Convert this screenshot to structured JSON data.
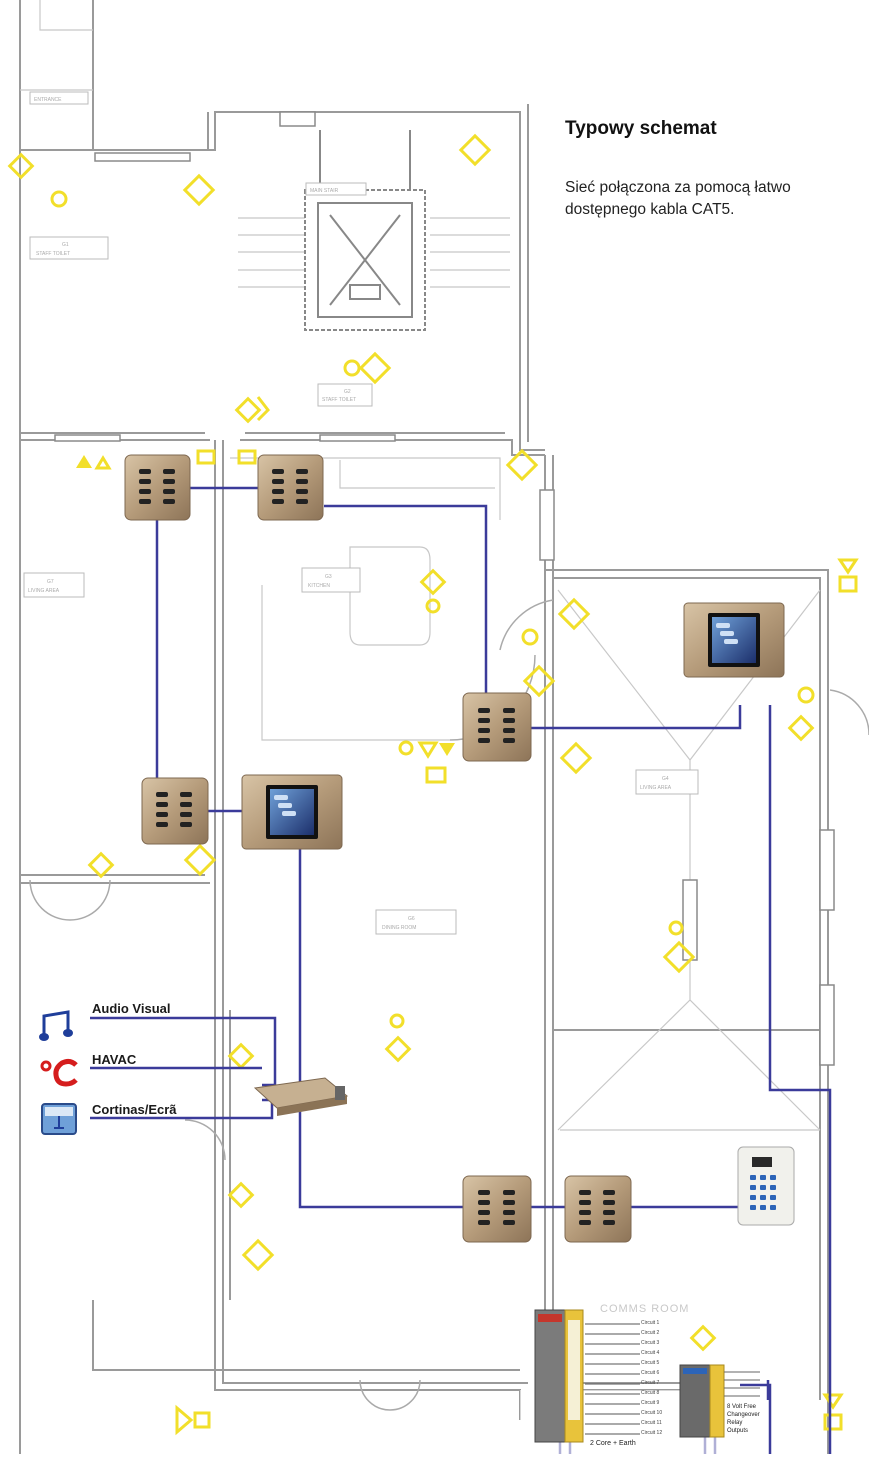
{
  "heading": {
    "title": "Typowy  schemat",
    "description": "Sieć połączona za pomocą łatwo dostępnego kabla CAT5."
  },
  "legend": [
    {
      "icon": "music-note-icon",
      "label": "Audio Visual"
    },
    {
      "icon": "degrees-celsius-icon",
      "label": "HAVAC"
    },
    {
      "icon": "blinds-screen-icon",
      "label": "Cortinas/Ecrã"
    }
  ],
  "comms_room": {
    "label": "COMMS ROOM",
    "circuits": [
      "Circuit 1",
      "Circuit 2",
      "Circuit 3",
      "Circuit 4",
      "Circuit 5",
      "Circuit 6",
      "Circuit 7",
      "Circuit 8",
      "Circuit 9",
      "Circuit 10",
      "Circuit 11",
      "Circuit 12"
    ],
    "cable_label": "2 Core + Earth",
    "relay_label_lines": [
      "8 Volt Free",
      "Changeover",
      "Relay",
      "Outputs"
    ]
  },
  "colors": {
    "cable": "#3b3b9a",
    "wall": "#9a9a9a",
    "symbol": "#f2df2a",
    "keypad": "#b59b7a"
  }
}
